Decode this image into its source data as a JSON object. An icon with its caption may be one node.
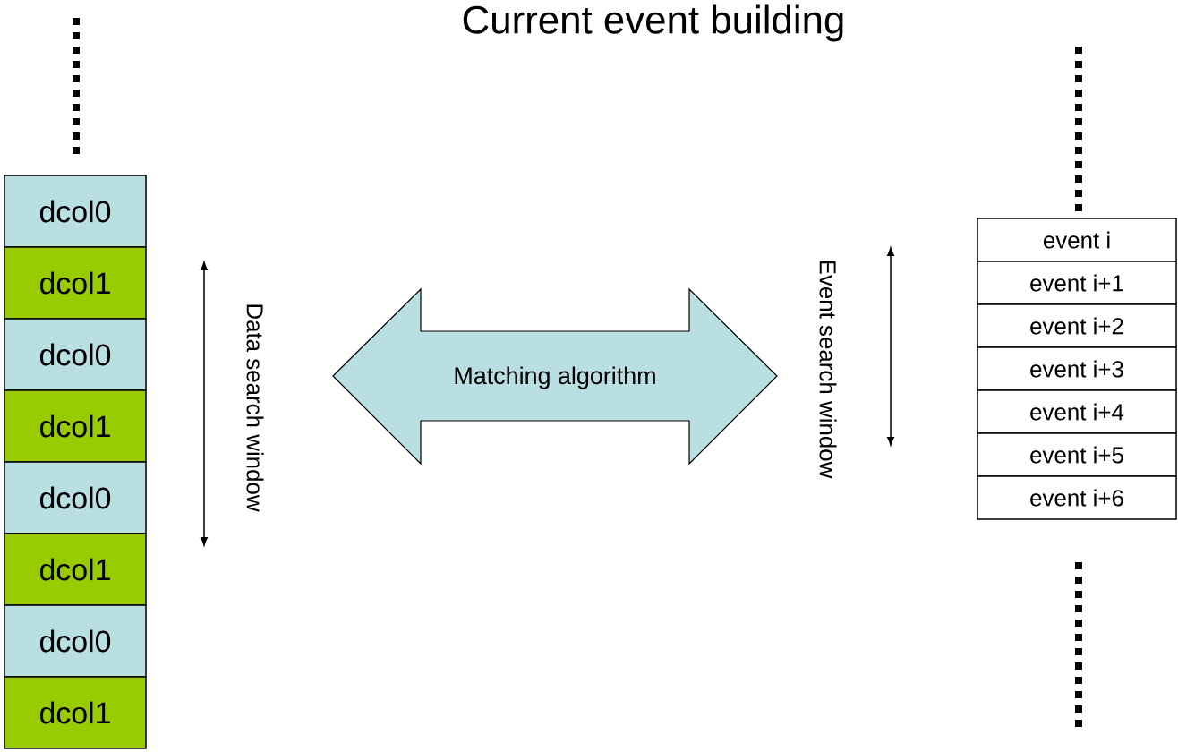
{
  "diagram": {
    "title": "Current event building",
    "nodes": [
      {
        "text": [
          "dcol0"
        ]
      },
      {
        "text": [
          "dcol1"
        ]
      },
      {
        "text": [
          "dcol0"
        ]
      },
      {
        "text": [
          "dcol1"
        ]
      },
      {
        "text": [
          "dcol0"
        ]
      },
      {
        "text": [
          "dcol1"
        ]
      },
      {
        "text": [
          "dcol0"
        ]
      },
      {
        "text": [
          "dcol1"
        ]
      },
      {
        "text": [
          "event i"
        ]
      },
      {
        "text": [
          "event i+1"
        ]
      },
      {
        "text": [
          "event i+2"
        ]
      },
      {
        "text": [
          "event i+3"
        ]
      },
      {
        "text": [
          "event i+4"
        ]
      },
      {
        "text": [
          "event i+5"
        ]
      },
      {
        "text": [
          "event i+6"
        ]
      },
      {
        "text": [
          "Matching algorithm"
        ]
      }
    ],
    "edges": [],
    "labels": [
      "Data search window",
      "Event search window"
    ]
  }
}
